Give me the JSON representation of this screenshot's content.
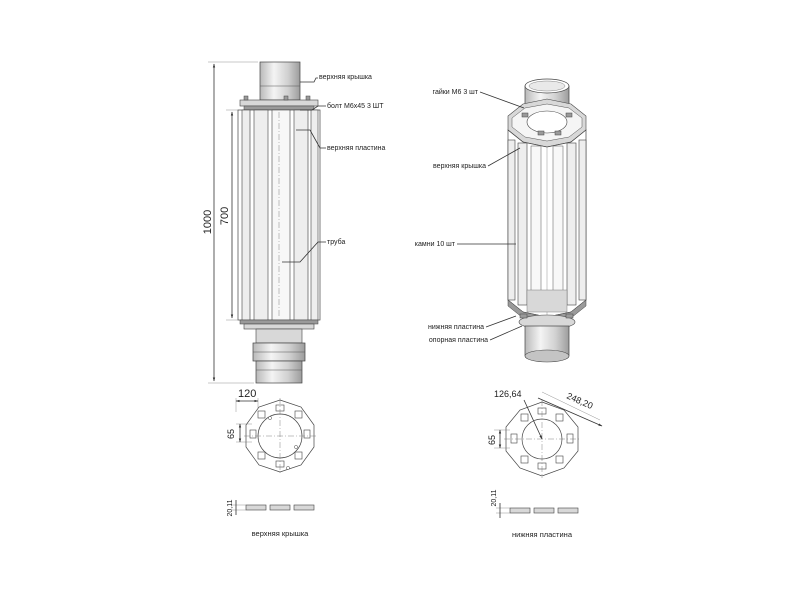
{
  "front_view": {
    "labels": {
      "top_cover": "верхняя крышка",
      "bolt": "болт М6х45 3 ШТ",
      "top_plate": "верхняя пластина",
      "pipe": "труба"
    },
    "dimensions": {
      "overall_height": "1000",
      "body_height": "700"
    }
  },
  "iso_view": {
    "labels": {
      "nuts": "гайки М6 3 шт",
      "top_cover": "верхняя крышка",
      "stones": "камни 10 шт",
      "bottom_plate": "нижняя пластина",
      "support_plate": "опорная пластина"
    }
  },
  "top_cover_plan": {
    "dimensions": {
      "width": "120",
      "slot": "65",
      "thickness": "20,11"
    },
    "caption": "верхняя крышка"
  },
  "bottom_plate_plan": {
    "dimensions": {
      "inner_diameter": "126,64",
      "outer_diameter": "248,20",
      "slot": "65",
      "thickness": "20,11"
    },
    "caption": "нижняя пластина"
  }
}
